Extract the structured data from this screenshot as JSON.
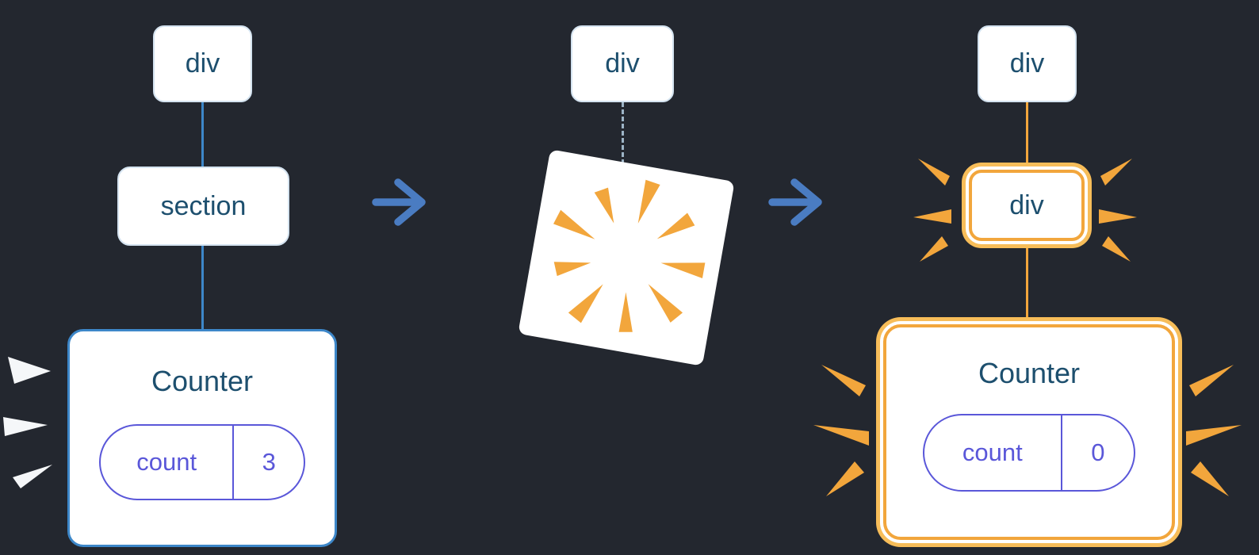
{
  "colors": {
    "background": "#23272f",
    "node_fill": "#ffffff",
    "node_border": "#d4e3f0",
    "tree_line_blue": "#3d87c9",
    "highlight_orange": "#f2a63c",
    "highlight_orange_light": "#f7bd59",
    "state_purple": "#5a57d9",
    "label_navy": "#1d4f6e",
    "arrow_blue": "#4a7cc2",
    "burst_white": "#f5f7f9"
  },
  "before": {
    "root": "div",
    "child": "section",
    "counter": {
      "title": "Counter",
      "state_key": "count",
      "state_value": "3"
    }
  },
  "middle": {
    "root": "div"
  },
  "after": {
    "root": "div",
    "child": "div",
    "counter": {
      "title": "Counter",
      "state_key": "count",
      "state_value": "0"
    }
  }
}
